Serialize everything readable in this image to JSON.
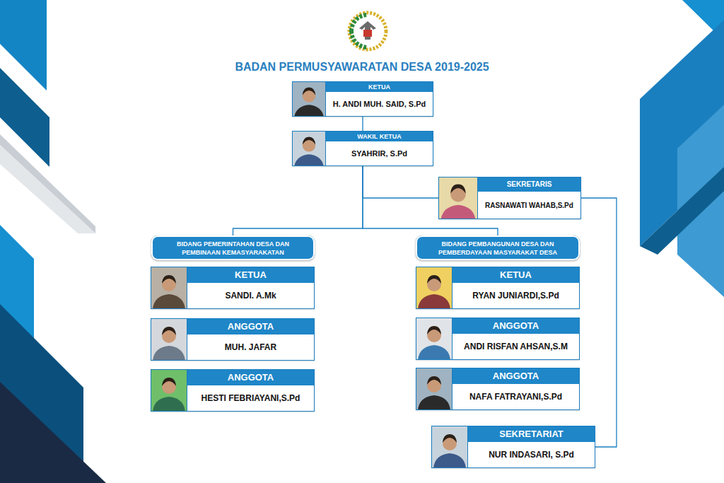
{
  "diagram": {
    "title": "BADAN PERMUSYAWARATAN DESA 2019-2025",
    "nodes": [
      {
        "text": [
          "KETUA",
          "H. ANDI MUH. SAID, S.Pd"
        ]
      },
      {
        "text": [
          "WAKIL KETUA",
          "SYAHRIR, S.Pd"
        ]
      },
      {
        "text": [
          "SEKRETARIS",
          "RASNAWATI WAHAB,S.Pd"
        ]
      },
      {
        "text": [
          "BIDANG PEMERINTAHAN DESA DAN PEMBINAAN KEMASYARAKATAN"
        ]
      },
      {
        "text": [
          "KETUA",
          "SANDI. A.Mk"
        ]
      },
      {
        "text": [
          "ANGGOTA",
          "MUH. JAFAR"
        ]
      },
      {
        "text": [
          "ANGGOTA",
          "HESTI FEBRIAYANI,S.Pd"
        ]
      },
      {
        "text": [
          "BIDANG PEMBANGUNAN DESA DAN PEMBERDAYAAN MASYARAKAT DESA"
        ]
      },
      {
        "text": [
          "KETUA",
          "RYAN JUNIARDI,S.Pd"
        ]
      },
      {
        "text": [
          "ANGGOTA",
          "ANDI RISFAN AHSAN,S.M"
        ]
      },
      {
        "text": [
          "ANGGOTA",
          "NAFA FATRAYANI,S.Pd"
        ]
      },
      {
        "text": [
          "SEKRETARIAT",
          "NUR INDASARI, S.Pd"
        ]
      }
    ],
    "edges": [
      {
        "from": 0,
        "to": 1,
        "arrow": "none"
      },
      {
        "from": 1,
        "to": 2,
        "arrow": "none"
      },
      {
        "from": 1,
        "to": 3,
        "arrow": "none"
      },
      {
        "from": 1,
        "to": 7,
        "arrow": "none"
      },
      {
        "from": 2,
        "to": 11,
        "arrow": "none"
      }
    ]
  }
}
